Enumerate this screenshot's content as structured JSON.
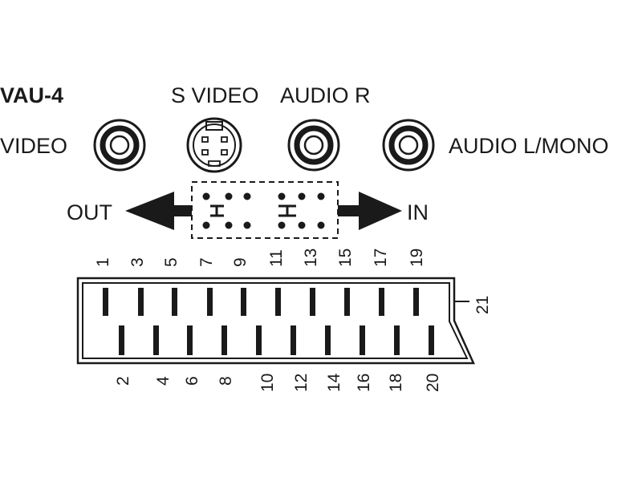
{
  "device": {
    "model": "VAU-4",
    "labels": {
      "video": "VIDEO",
      "s_video": "S VIDEO",
      "audio_r": "AUDIO R",
      "audio_l_mono": "AUDIO L/MONO"
    },
    "switch": {
      "out_label": "OUT",
      "in_label": "IN"
    }
  },
  "scart": {
    "top_pins": [
      "1",
      "3",
      "5",
      "7",
      "9",
      "11",
      "13",
      "15",
      "17",
      "19"
    ],
    "bottom_pins": [
      "2",
      "4",
      "6",
      "8",
      "10",
      "12",
      "14",
      "16",
      "18",
      "20"
    ],
    "side_pin": "21"
  }
}
